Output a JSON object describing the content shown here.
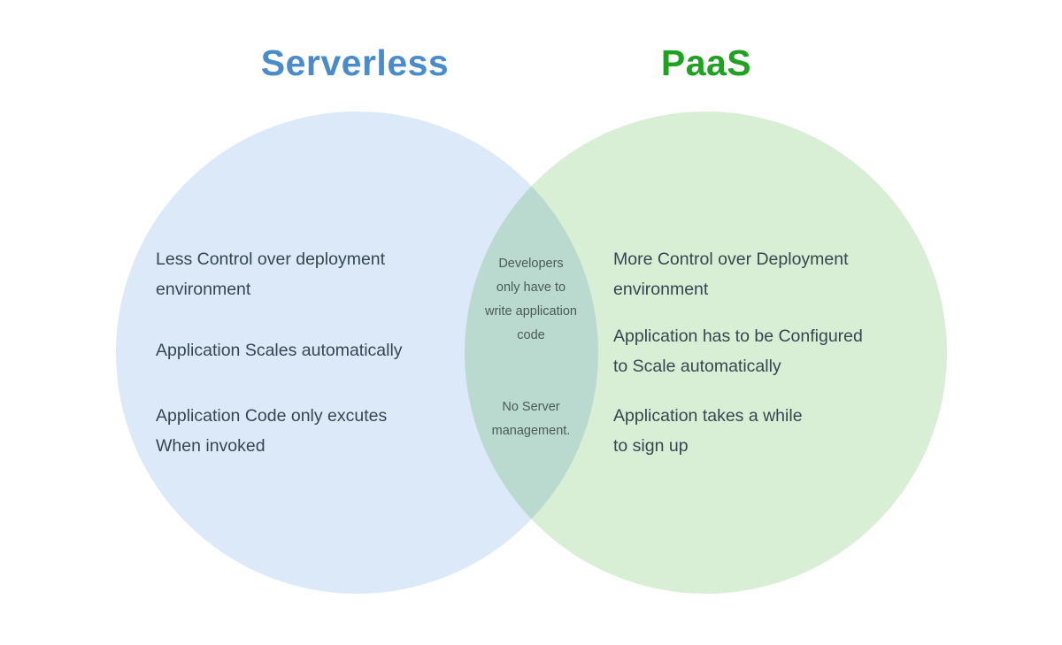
{
  "titles": {
    "left": {
      "label": "Serverless",
      "color": "#4a8bc9"
    },
    "right": {
      "label": "PaaS",
      "color": "#21a121"
    }
  },
  "venn": {
    "left_circle_color": "#dbe9f9",
    "right_circle_color": "#d9efd5",
    "overlap_color": "#badad0",
    "text_color": "#36474f",
    "overlap_text_color": "#4c5a57",
    "left_items": [
      {
        "lines": [
          "Less Control over deployment",
          "environment"
        ]
      },
      {
        "lines": [
          "Application Scales automatically"
        ]
      },
      {
        "lines": [
          "Application Code only excutes",
          "When invoked"
        ]
      }
    ],
    "overlap_items": [
      {
        "lines": [
          "Developers",
          "only have to",
          "write application",
          "code"
        ]
      },
      {
        "lines": [
          "No Server",
          "management."
        ]
      }
    ],
    "right_items": [
      {
        "lines": [
          "More Control over Deployment",
          "environment"
        ]
      },
      {
        "lines": [
          "Application has to be Configured",
          "to Scale automatically"
        ]
      },
      {
        "lines": [
          "Application takes a while",
          "to sign up"
        ]
      }
    ]
  }
}
